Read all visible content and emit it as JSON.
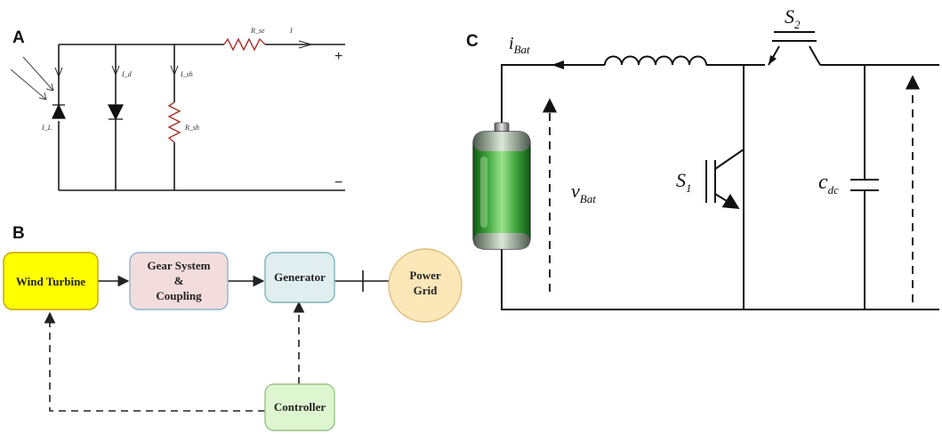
{
  "panels": {
    "a": "A",
    "b": "B",
    "c": "C"
  },
  "circuit_a": {
    "label_is": "I_L",
    "label_id": "I_d",
    "label_ish": "I_sh",
    "label_rsh": "R_sh",
    "label_rse": "R_se",
    "label_i": "I",
    "plus": "+",
    "minus": "−"
  },
  "block_diagram": {
    "wind_turbine": "Wind Turbine",
    "gear_line1": "Gear System",
    "gear_line2": "&",
    "gear_line3": "Coupling",
    "generator": "Generator",
    "grid_line1": "Power",
    "grid_line2": "Grid",
    "controller": "Controller",
    "colors": {
      "wind_turbine_fill": "#ffff00",
      "wind_turbine_stroke": "#c9a200",
      "gear_fill": "#f3dcdc",
      "gear_stroke": "#8fb5cf",
      "generator_fill": "#e0eef0",
      "generator_stroke": "#7fb4b8",
      "grid_fill": "#fbe7b8",
      "grid_stroke": "#e0bd7a",
      "controller_fill": "#ddf6cf",
      "controller_stroke": "#9ac28a"
    }
  },
  "boost_converter": {
    "i_bat": "i",
    "i_bat_sub": "Bat",
    "v_bat": "v",
    "v_bat_sub": "Bat",
    "s1": "S",
    "s1_sub": "1",
    "s2": "S",
    "s2_sub": "2",
    "c_dc": "c",
    "c_dc_sub": "dc",
    "battery_color": "#3fbf3f"
  }
}
